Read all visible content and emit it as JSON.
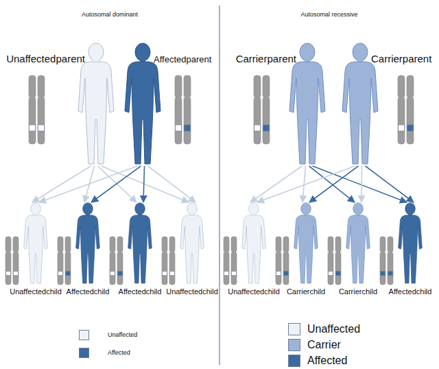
{
  "diagram": {
    "nodes": [
      {
        "text": [
          "Unaffectedparent"
        ]
      },
      {
        "text": [
          "Affectedparent"
        ]
      },
      {
        "text": [
          "Carrierparent"
        ]
      },
      {
        "text": [
          "Carrierparent"
        ]
      },
      {
        "text": [
          "Unaffectedchild"
        ]
      },
      {
        "text": [
          "Affectedchild"
        ]
      },
      {
        "text": [
          "Affectedchild"
        ]
      },
      {
        "text": [
          "Unaffectedchild"
        ]
      },
      {
        "text": [
          "Unaffectedchild"
        ]
      },
      {
        "text": [
          "Carrierchild"
        ]
      },
      {
        "text": [
          "Carrierchild"
        ]
      },
      {
        "text": [
          "Affectedchild"
        ]
      }
    ],
    "edges": [
      {
        "from": 0,
        "to": 4,
        "arrow": "to"
      },
      {
        "from": 0,
        "to": 5,
        "arrow": "to"
      },
      {
        "from": 0,
        "to": 6,
        "arrow": "to"
      },
      {
        "from": 0,
        "to": 7,
        "arrow": "to"
      },
      {
        "from": 1,
        "to": 4,
        "arrow": "to"
      },
      {
        "from": 1,
        "to": 5,
        "arrow": "to"
      },
      {
        "from": 1,
        "to": 6,
        "arrow": "to"
      },
      {
        "from": 1,
        "to": 7,
        "arrow": "to"
      },
      {
        "from": 2,
        "to": 8,
        "arrow": "to"
      },
      {
        "from": 2,
        "to": 9,
        "arrow": "to"
      },
      {
        "from": 2,
        "to": 10,
        "arrow": "to"
      },
      {
        "from": 2,
        "to": 11,
        "arrow": "to"
      },
      {
        "from": 3,
        "to": 8,
        "arrow": "to"
      },
      {
        "from": 3,
        "to": 9,
        "arrow": "to"
      },
      {
        "from": 3,
        "to": 10,
        "arrow": "to"
      },
      {
        "from": 3,
        "to": 11,
        "arrow": "to"
      }
    ],
    "labels": [
      "Autosomal dominant",
      "Autosomal recessive"
    ],
    "legend": [
      {
        "text": "Unaffected",
        "color": "#eef2f8"
      },
      {
        "text": "Affected",
        "color": "#3b6aa0"
      },
      {
        "text": "Unaffected",
        "color": "#eef2f8"
      },
      {
        "text": "Carrier",
        "color": "#9db4d8"
      },
      {
        "text": "Affected",
        "color": "#3b6aa0"
      }
    ]
  }
}
